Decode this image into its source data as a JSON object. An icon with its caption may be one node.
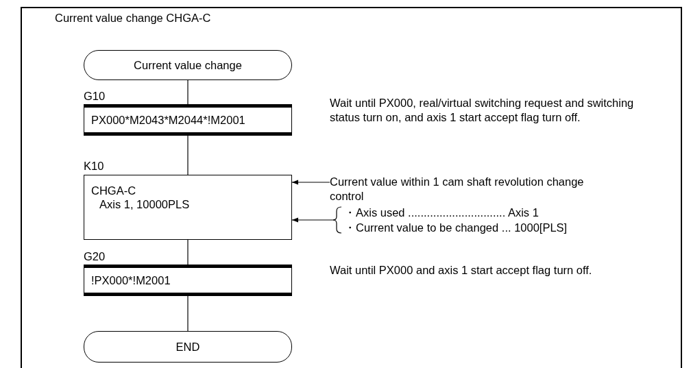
{
  "diagram": {
    "title": "Current value change CHGA-C",
    "nodes": [
      {
        "text": [
          "Current value change"
        ]
      },
      {
        "text": [
          "G10",
          "PX000*M2043*M2044*!M2001"
        ]
      },
      {
        "text": [
          "K10",
          "CHGA-C",
          "Axis 1, 10000PLS"
        ]
      },
      {
        "text": [
          "G20",
          "!PX000*!M2001"
        ]
      },
      {
        "text": [
          "END"
        ]
      },
      {
        "text": [
          "Current value within 1 cam shaft revolution change control"
        ]
      },
      {
        "text": [
          "・Axis used ............................... Axis 1",
          "・Current value to be changed ... 1000[PLS]"
        ]
      }
    ],
    "edges": [
      {
        "from": 0,
        "to": 1,
        "arrow": "none"
      },
      {
        "from": 1,
        "to": 2,
        "arrow": "none"
      },
      {
        "from": 2,
        "to": 3,
        "arrow": "none"
      },
      {
        "from": 3,
        "to": 4,
        "arrow": "none"
      },
      {
        "from": 5,
        "to": 2,
        "arrow": "to"
      },
      {
        "from": 6,
        "to": 2,
        "arrow": "to"
      }
    ],
    "labels": [
      "Wait until PX000, real/virtual switching request and switching status turn on, and axis 1 start accept flag turn off.",
      "Wait until PX000 and axis 1 start accept flag turn off."
    ]
  }
}
